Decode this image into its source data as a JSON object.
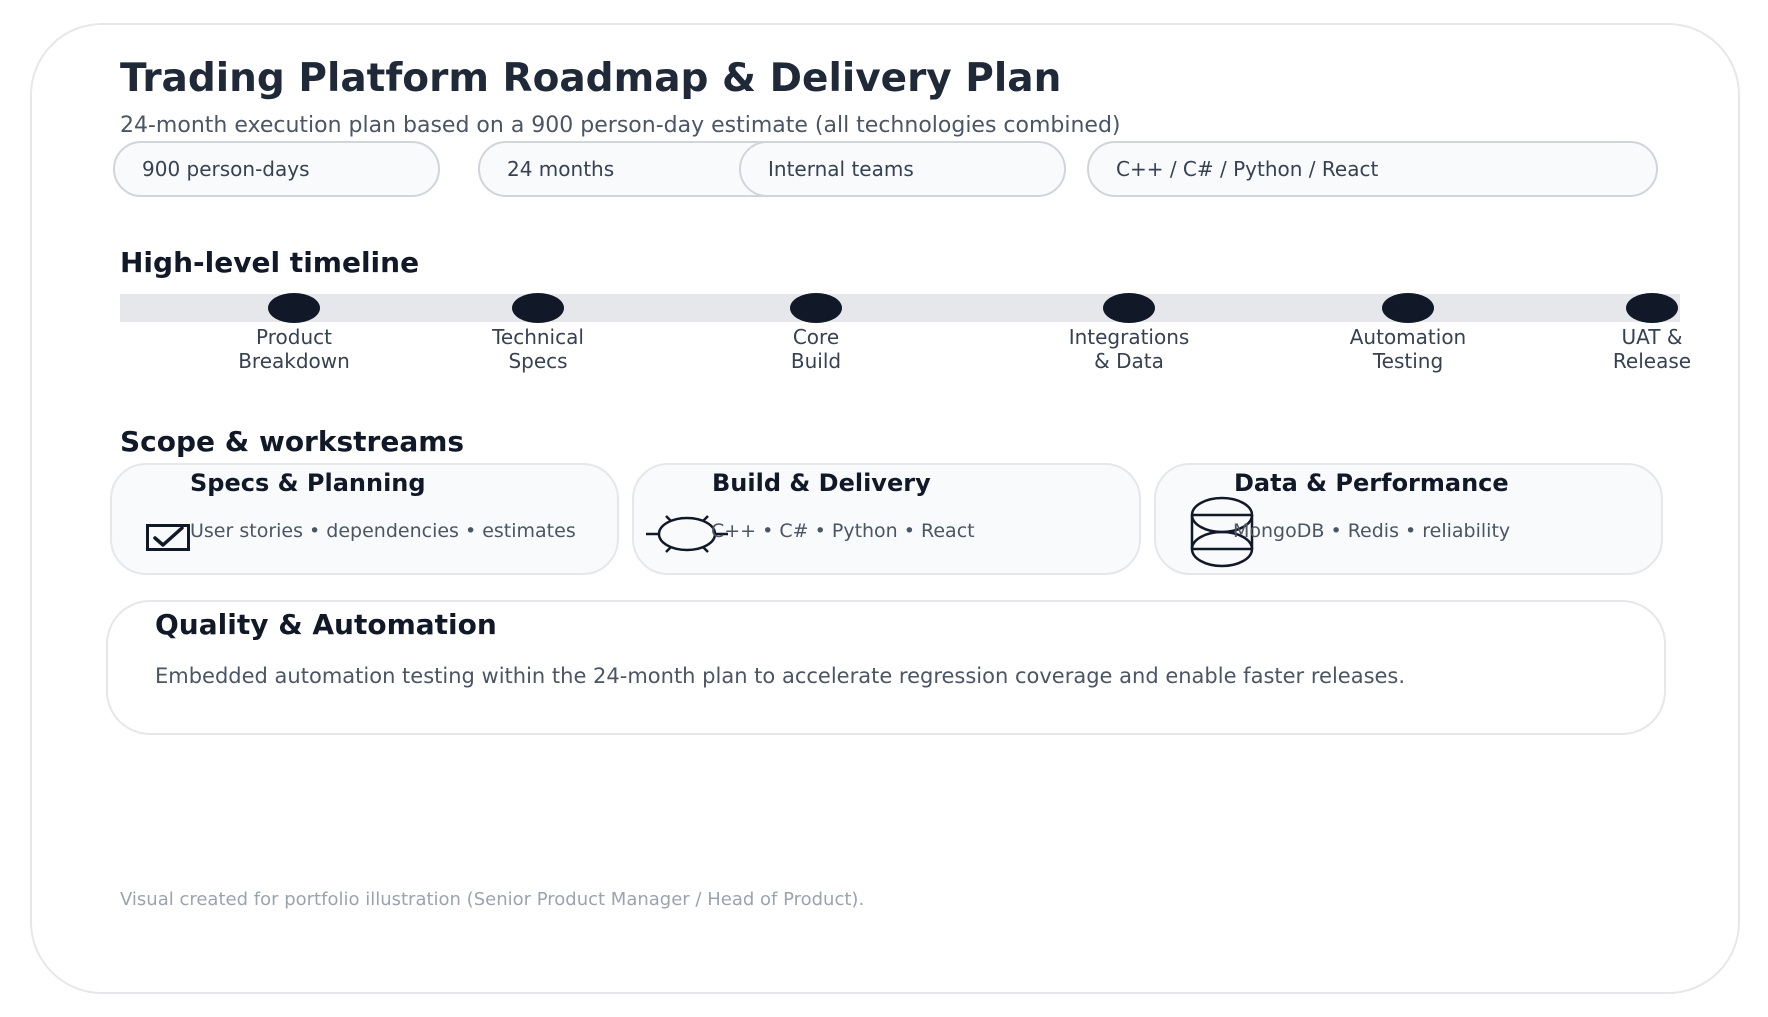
{
  "header": {
    "title": "Trading Platform Roadmap & Delivery Plan",
    "subtitle": "24-month execution plan based on a 900 person-day estimate (all technologies combined)"
  },
  "pills": [
    {
      "label": "900 person-days"
    },
    {
      "label": "24 months"
    },
    {
      "label": "Internal teams"
    },
    {
      "label": "C++ / C# / Python / React"
    }
  ],
  "timeline": {
    "heading": "High-level timeline",
    "milestones": [
      {
        "line1": "Product",
        "line2": "Breakdown"
      },
      {
        "line1": "Technical",
        "line2": "Specs"
      },
      {
        "line1": "Core",
        "line2": "Build"
      },
      {
        "line1": "Integrations",
        "line2": "& Data"
      },
      {
        "line1": "Automation",
        "line2": "Testing"
      },
      {
        "line1": "UAT &",
        "line2": "Release"
      }
    ]
  },
  "scope": {
    "heading": "Scope & workstreams",
    "cards": [
      {
        "title": "Specs & Planning",
        "text": "User stories • dependencies • estimates",
        "icon": "checkbox-icon"
      },
      {
        "title": "Build & Delivery",
        "text": "C++ • C# • Python • React",
        "icon": "gear-icon"
      },
      {
        "title": "Data & Performance",
        "text": "MongoDB • Redis • reliability",
        "icon": "database-icon"
      }
    ]
  },
  "quality": {
    "title": "Quality & Automation",
    "text": "Embedded automation testing within the 24-month plan to accelerate regression coverage and enable faster releases."
  },
  "footer": {
    "text": "Visual created for portfolio illustration (Senior Product Manager / Head of Product)."
  },
  "colors": {
    "dark": "#111827",
    "track": "#e5e7eb",
    "pill_bg": "#f8fafc"
  }
}
